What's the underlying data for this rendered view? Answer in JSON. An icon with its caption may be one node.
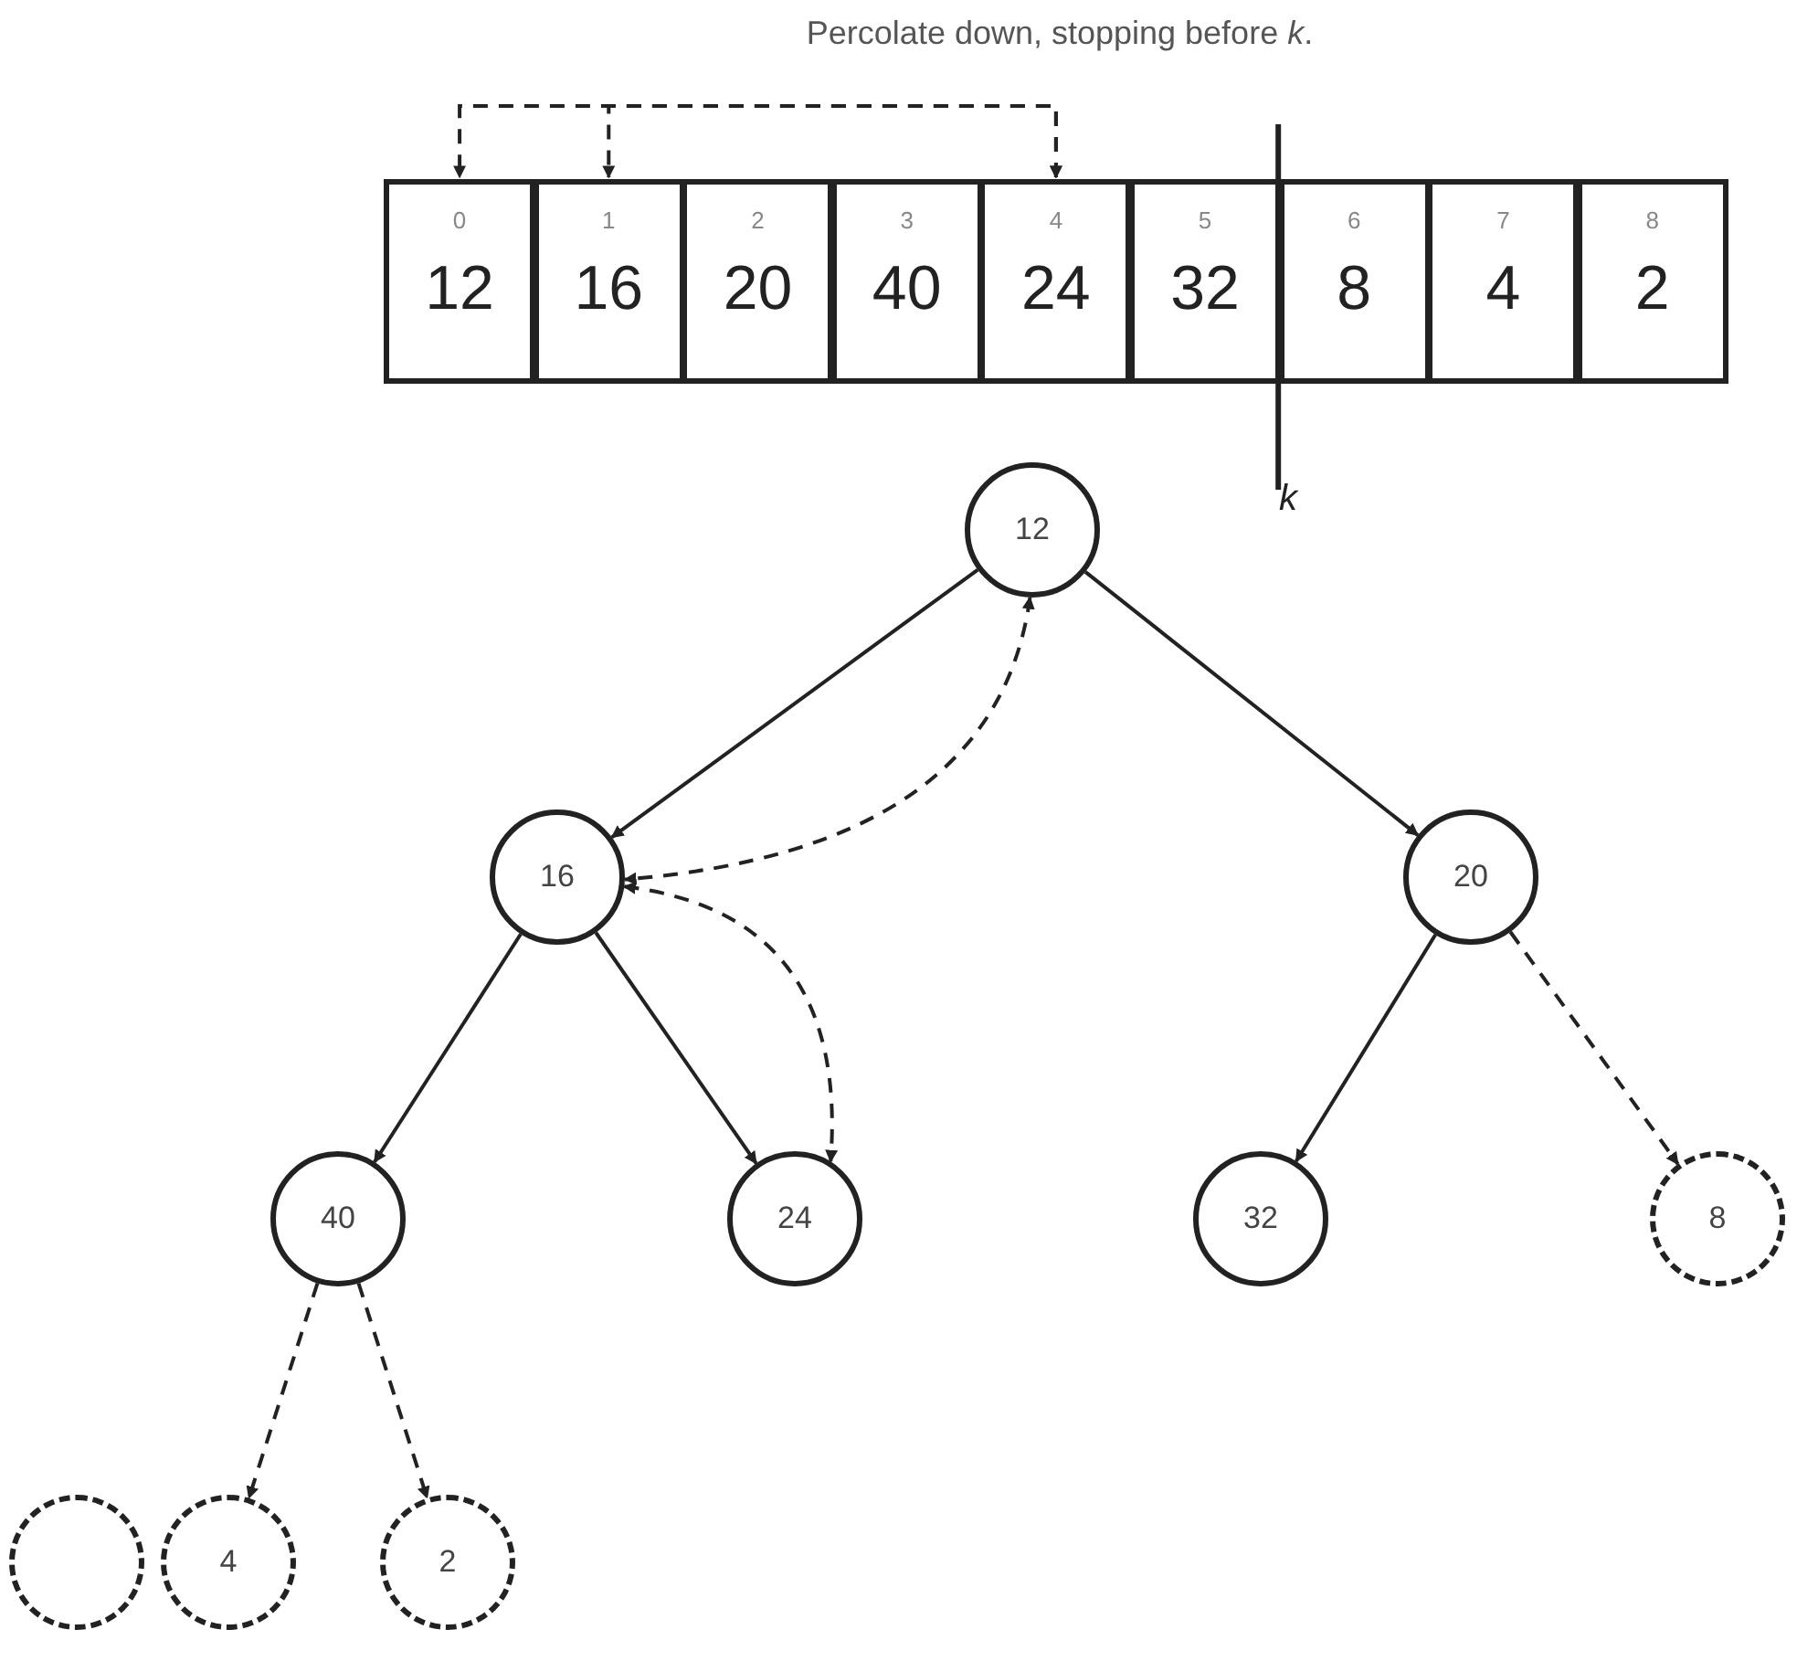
{
  "diagram": {
    "title": "Percolate down, stopping before *k*.",
    "nodes": [
      {
        "text": [
          "0",
          "12"
        ]
      },
      {
        "text": [
          "1",
          "16"
        ]
      },
      {
        "text": [
          "2",
          "20"
        ]
      },
      {
        "text": [
          "3",
          "40"
        ]
      },
      {
        "text": [
          "4",
          "24"
        ]
      },
      {
        "text": [
          "5",
          "32"
        ]
      },
      {
        "text": [
          "6",
          "8"
        ]
      },
      {
        "text": [
          "7",
          "4"
        ]
      },
      {
        "text": [
          "8",
          "2"
        ]
      },
      {
        "text": [
          "12"
        ]
      },
      {
        "text": [
          "16"
        ]
      },
      {
        "text": [
          "20"
        ]
      },
      {
        "text": [
          "40"
        ]
      },
      {
        "text": [
          "24"
        ]
      },
      {
        "text": [
          "32"
        ]
      },
      {
        "text": [
          "8"
        ]
      },
      {
        "text": [],
        "shape": "circle"
      },
      {
        "text": [
          "4"
        ]
      },
      {
        "text": [
          "2"
        ]
      }
    ],
    "edges": [
      {
        "from": 4,
        "to": 0,
        "arrow": "both",
        "style": "dashed"
      },
      {
        "from": 4,
        "to": 1,
        "arrow": "both",
        "style": "dashed"
      },
      {
        "from": 9,
        "to": 10,
        "arrow": "to"
      },
      {
        "from": 9,
        "to": 11,
        "arrow": "to"
      },
      {
        "from": 9,
        "to": 10,
        "arrow": "both",
        "style": "dashed"
      },
      {
        "from": 10,
        "to": 12,
        "arrow": "to"
      },
      {
        "from": 10,
        "to": 13,
        "arrow": "to"
      },
      {
        "from": 10,
        "to": 13,
        "arrow": "both",
        "style": "dashed"
      },
      {
        "from": 11,
        "to": 14,
        "arrow": "to"
      },
      {
        "from": 11,
        "to": 15,
        "arrow": "to",
        "style": "dashed"
      },
      {
        "from": 12,
        "to": 17,
        "arrow": "to",
        "style": "dashed"
      },
      {
        "from": 12,
        "to": 18,
        "arrow": "to",
        "style": "dashed"
      }
    ],
    "labels": [
      "*k*"
    ]
  }
}
